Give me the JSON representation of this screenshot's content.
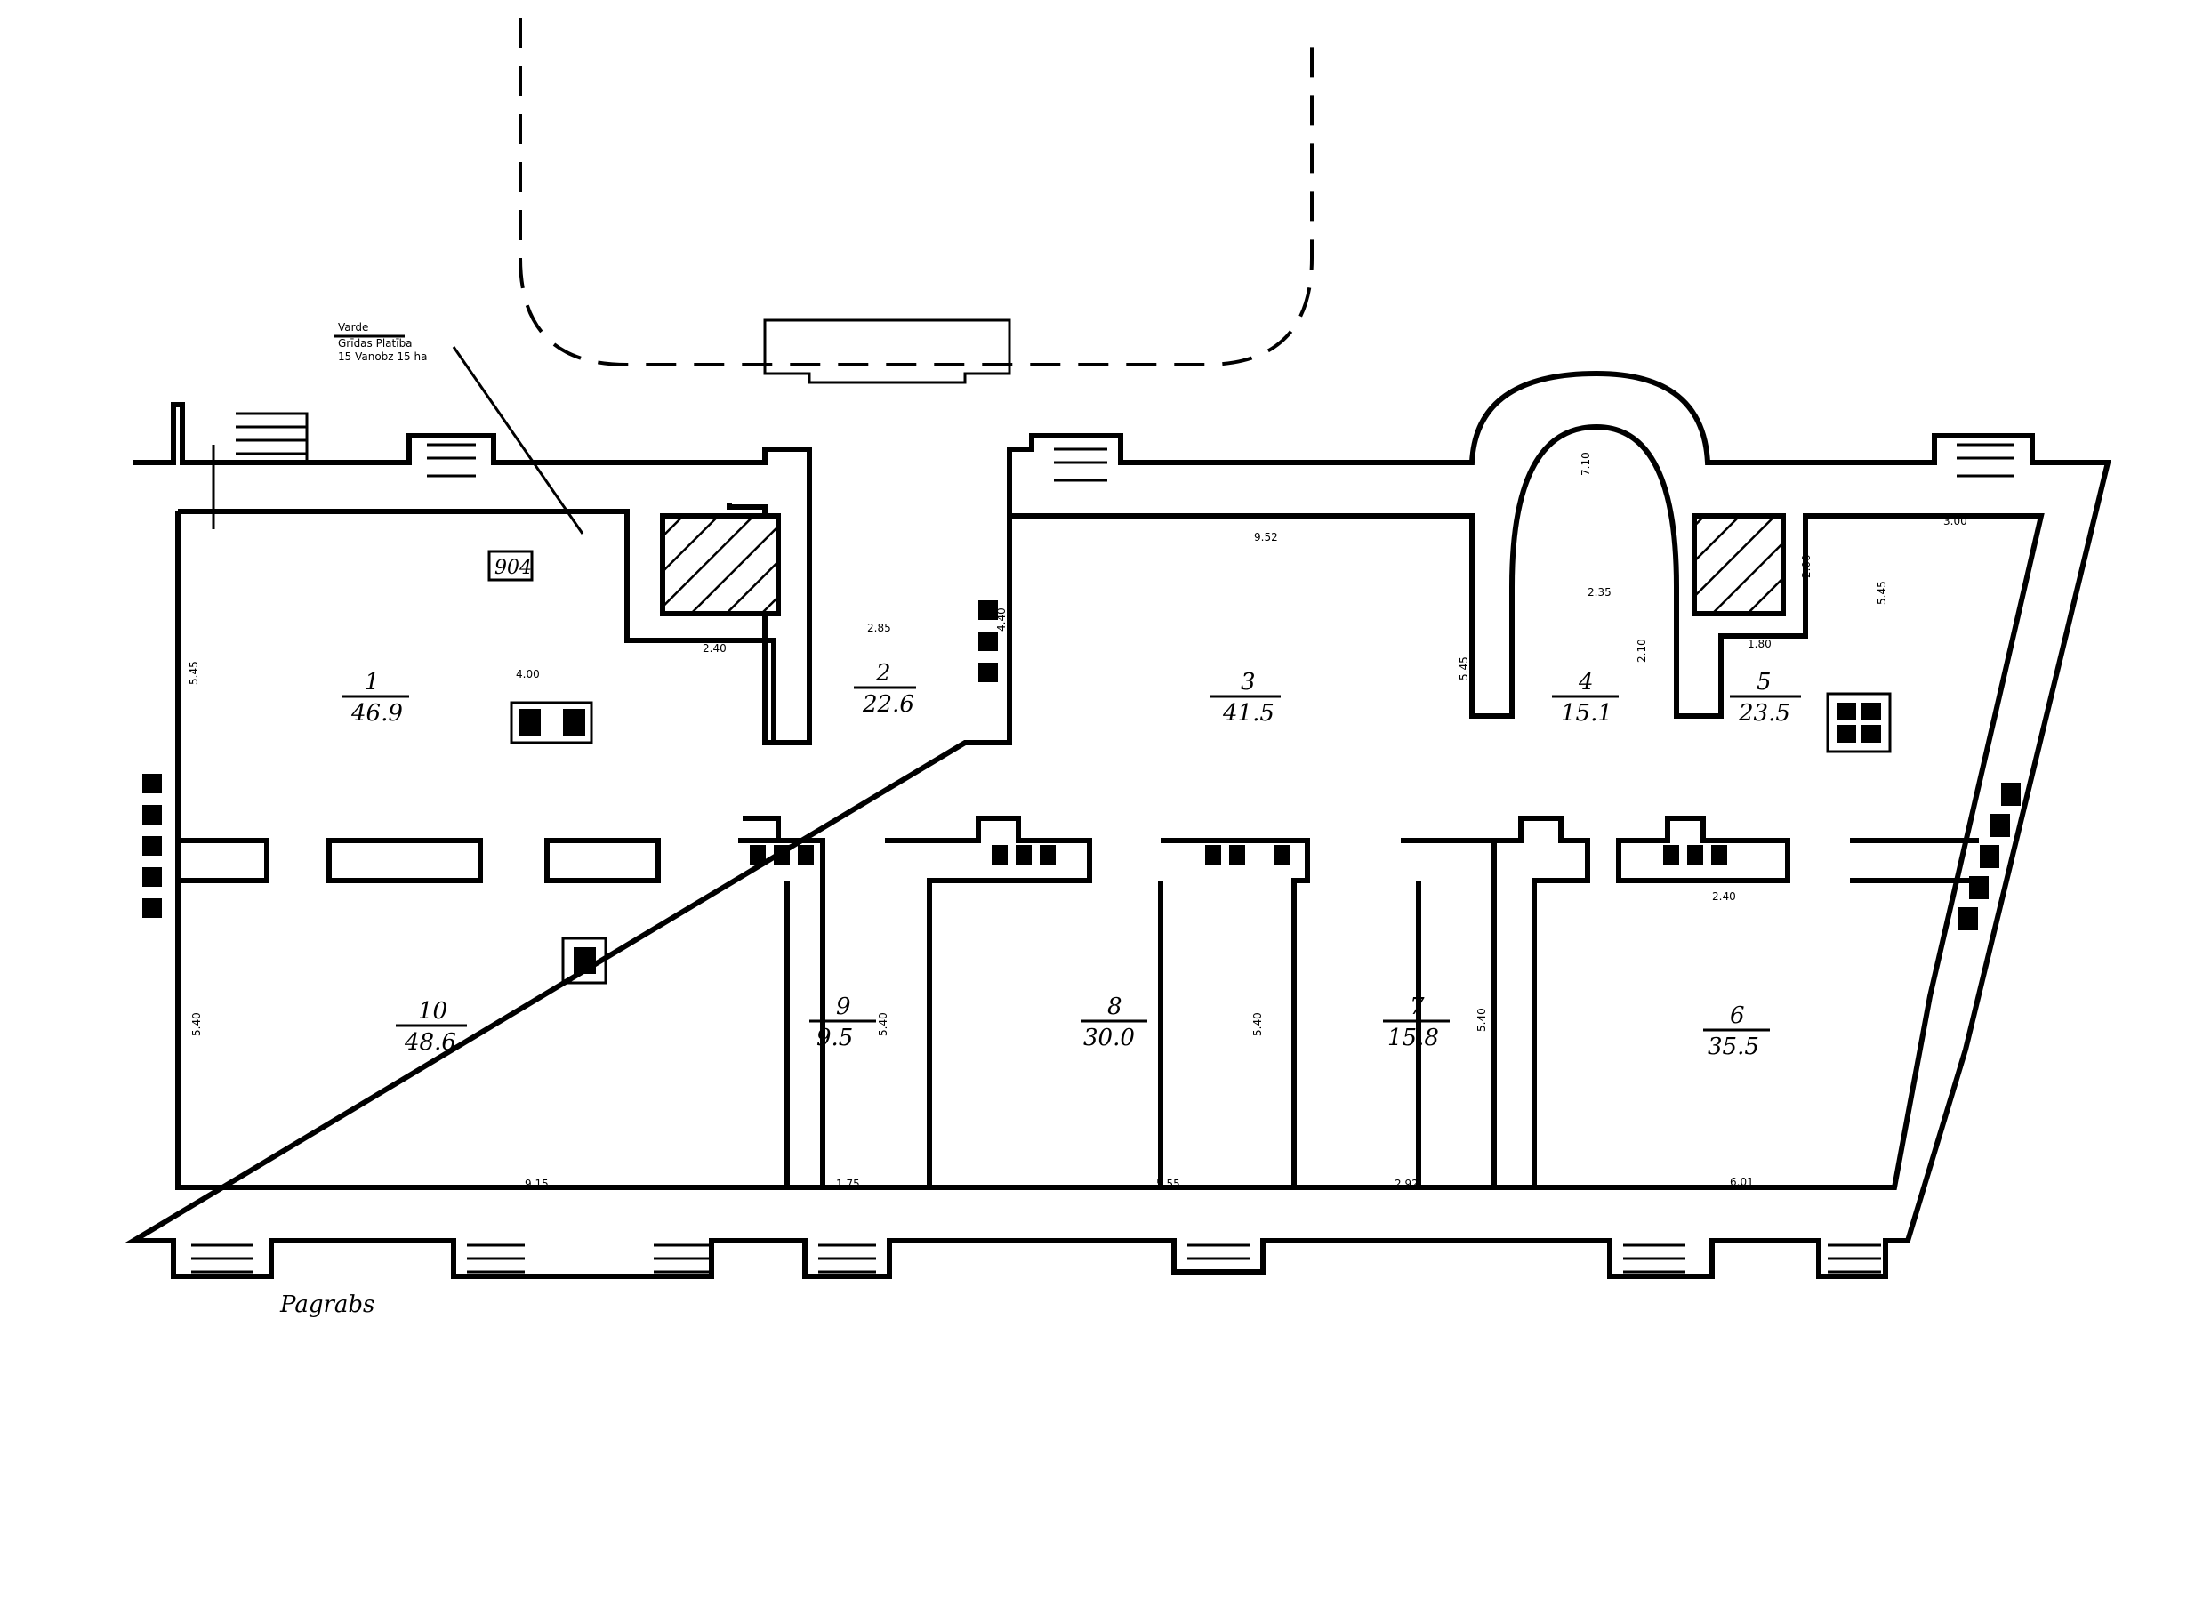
{
  "plan": {
    "caption": "Pagrabs",
    "stamp": "904",
    "note": [
      "Varde",
      "Grīdas Platība",
      "15 Vanobz 15 ha"
    ],
    "rooms": [
      {
        "no": "1",
        "area": "46.9"
      },
      {
        "no": "2",
        "area": "22.6"
      },
      {
        "no": "3",
        "area": "41.5"
      },
      {
        "no": "4",
        "area": "15.1"
      },
      {
        "no": "5",
        "area": "23.5"
      },
      {
        "no": "6",
        "area": "35.5"
      },
      {
        "no": "7",
        "area": "15.8"
      },
      {
        "no": "8",
        "area": "30.0"
      },
      {
        "no": "9",
        "area": "9.5"
      },
      {
        "no": "10",
        "area": "48.6"
      }
    ],
    "dimensions": {
      "d1": "9.52",
      "d2": "2.85",
      "d3": "2.35",
      "d4": "5.45",
      "d5": "9.15",
      "d6": "5.55",
      "d7": "1.75",
      "d8": "2.92",
      "d9": "6.01",
      "d10": "5.40",
      "d11": "2.40",
      "d12": "1.80",
      "d13": "3.00",
      "d14": "2.00",
      "d15": "7.10",
      "d16": "2.10",
      "d17": "4.00",
      "d18": "5.40",
      "d19": "5.40",
      "d20": "5.40",
      "d21": "5.45",
      "d22": "5.45",
      "d23": "4.40"
    }
  }
}
